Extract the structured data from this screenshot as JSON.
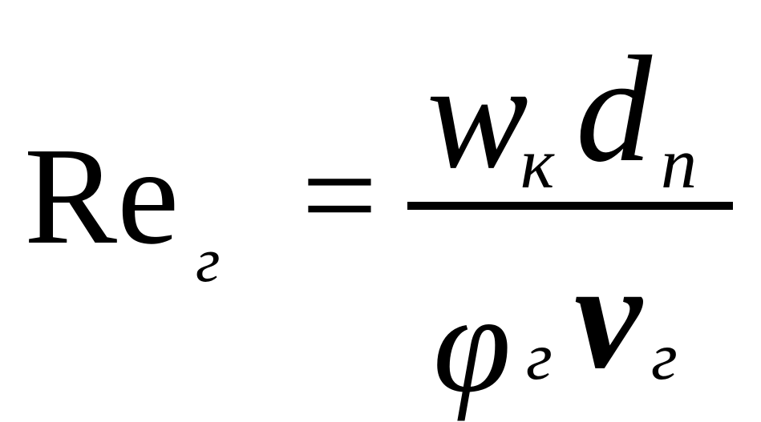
{
  "formula": {
    "lhs": {
      "base": "Re",
      "subscript": "г"
    },
    "operator": "=",
    "numerator": {
      "symbol1": "w",
      "subscript1": "к",
      "symbol2": "d",
      "subscript2": "n"
    },
    "denominator": {
      "symbol1": "φ",
      "subscript1": "г",
      "symbol2": "ν",
      "subscript2": "г"
    }
  }
}
